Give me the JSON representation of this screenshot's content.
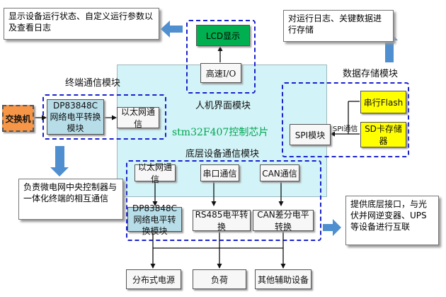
{
  "notes": {
    "status_note": "显示设备运行状态、自定义运行参数以及查看日志",
    "storage_note": "对运行日志、关键数据进行存储",
    "terminal_note": "负责微电网中央控制器与一体化终端的相互通信",
    "bottom_note": "提供底层接口，与光伏并网逆变器、UPS等设备进行互联"
  },
  "modules": {
    "hmi_label": "人机界面模块",
    "chip_label": "stm32F407控制芯片",
    "bottom_comm_label": "底层设备通信模块",
    "terminal_comm_label": "终端通信模块",
    "data_storage_label": "数据存储模块"
  },
  "blocks": {
    "lcd": "LCD显示",
    "high_speed_io": "高速I/O",
    "switch": "交换机",
    "dp83848c_top": "DP83848C网络电平转换模块",
    "ethernet_comm_top": "以太网通信",
    "serial_flash": "串行Flash",
    "sd_card": "SD卡存储器",
    "spi_module": "SPI模块",
    "spi_comm": "SPI通信",
    "ethernet_comm_bottom": "以太网通信",
    "serial_comm": "串口通信",
    "can_comm": "CAN通信",
    "dp83848c_bottom": "DP83848C网络电平转换模块",
    "rs485": "RS485电平转换",
    "can_diff": "CAN差分电平转换",
    "distributed_power": "分布式电源",
    "load": "负荷",
    "other_aux": "其他辅助设备"
  },
  "colors": {
    "chip_fill": "#d2f3f7",
    "dashed_border": "#1a22cc",
    "lcd_fill": "#00b050",
    "flash_fill": "#ffff00",
    "switch_fill": "#f79646",
    "dp_fill": "#b7dde8",
    "arrow_fill": "#4f8fcf"
  }
}
